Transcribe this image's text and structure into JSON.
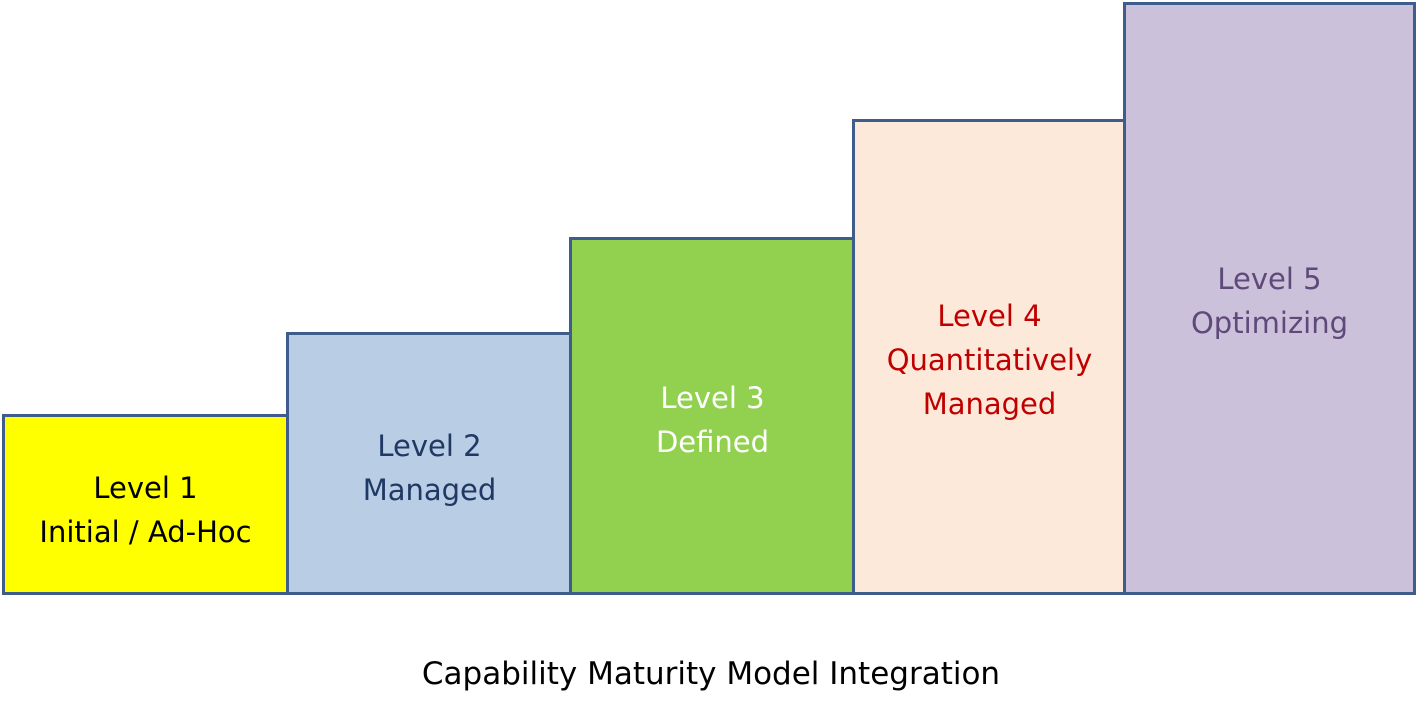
{
  "diagram": {
    "caption": "Capability Maturity Model Integration",
    "border_color": "#3e5d8a",
    "levels": [
      {
        "line1": "Level 1",
        "line2": "Initial / Ad-Hoc",
        "line3": "",
        "fill": "#ffff00",
        "text_color": "#000000"
      },
      {
        "line1": "Level 2",
        "line2": "Managed",
        "line3": "",
        "fill": "#b9cde5",
        "text_color": "#1f3864"
      },
      {
        "line1": "Level 3",
        "line2": "Defined",
        "line3": "",
        "fill": "#92d050",
        "text_color": "#ffffff"
      },
      {
        "line1": "Level 4",
        "line2": "Quantitatively",
        "line3": "Managed",
        "fill": "#fce9da",
        "text_color": "#c00000"
      },
      {
        "line1": "Level 5",
        "line2": "Optimizing",
        "line3": "",
        "fill": "#ccc1da",
        "text_color": "#5f497a"
      }
    ]
  }
}
